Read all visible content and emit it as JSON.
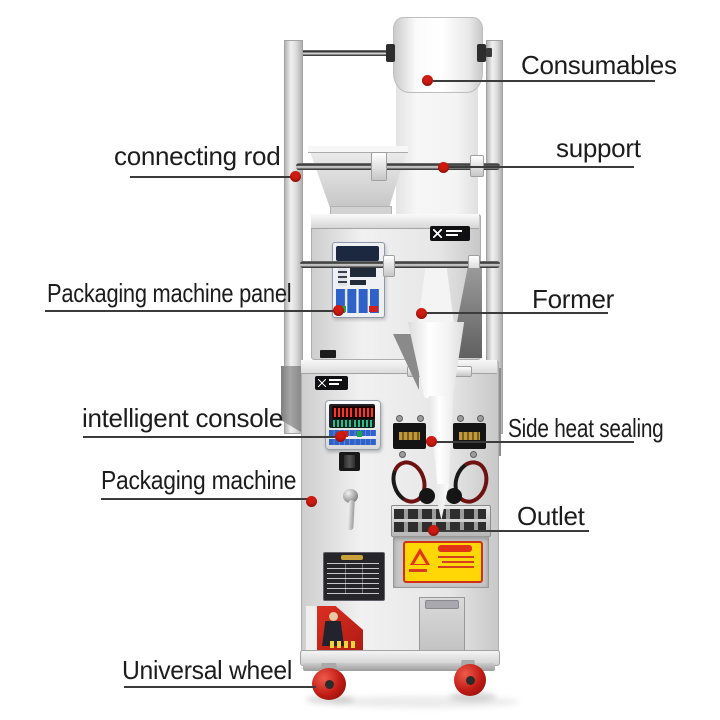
{
  "colors": {
    "callout_dot": "#ce1a10",
    "leader_line": "#3b3b3b",
    "label_text": "#1c1c1c",
    "wheel_red": "#c01a14",
    "warning_yellow": "#ffd606",
    "warning_red": "#d33016"
  },
  "annotations": {
    "consumables": {
      "label": "Consumables"
    },
    "connecting_rod": {
      "label": "connecting rod"
    },
    "support": {
      "label": "support"
    },
    "packaging_machine_panel": {
      "label": "Packaging machine panel"
    },
    "former": {
      "label": "Former"
    },
    "intelligent_console": {
      "label": "intelligent console"
    },
    "side_heat_sealing": {
      "label": "Side heat sealing"
    },
    "packaging_machine": {
      "label": "Packaging machine"
    },
    "outlet": {
      "label": "Outlet"
    },
    "universal_wheel": {
      "label": "Universal wheel"
    }
  }
}
